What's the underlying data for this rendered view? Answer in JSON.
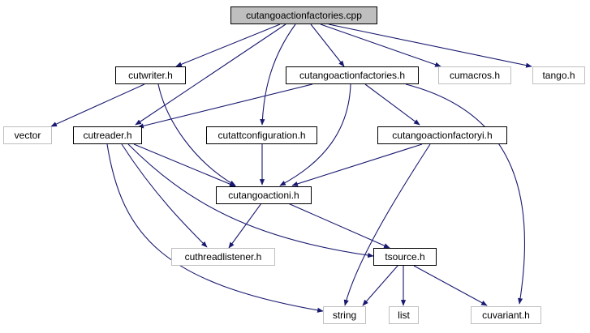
{
  "nodes": {
    "root": "cutangoactionfactories.cpp",
    "cutwriter": "cutwriter.h",
    "cutangoactionfactories_h": "cutangoactionfactories.h",
    "cumacros": "cumacros.h",
    "tango": "tango.h",
    "vector": "vector",
    "cutreader": "cutreader.h",
    "cutattconfiguration": "cutattconfiguration.h",
    "cutangoactionfactoryi": "cutangoactionfactoryi.h",
    "cutangoactioni": "cutangoactioni.h",
    "cuthreadlistener": "cuthreadlistener.h",
    "tsource": "tsource.h",
    "string": "string",
    "list": "list",
    "cuvariant": "cuvariant.h"
  },
  "colors": {
    "edge": "#191970",
    "node_border": "#000000",
    "external_border": "#bfbfbf",
    "root_fill": "#bfbfbf"
  }
}
